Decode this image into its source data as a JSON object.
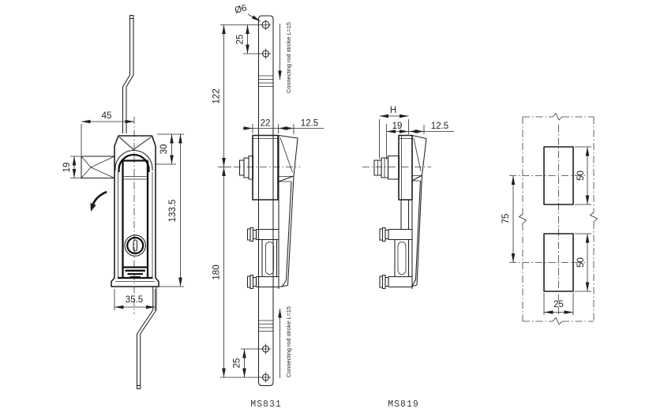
{
  "captions": {
    "ms831": "MS831",
    "ms819": "MS819"
  },
  "front_view": {
    "d45": "45",
    "d19": "19",
    "d30": "30",
    "d133_5": "133.5",
    "d35_5": "35.5"
  },
  "ms831_view": {
    "dia": "Ø6",
    "d25_top": "25",
    "d122": "122",
    "d180": "180",
    "d25_bottom": "25",
    "d22": "22",
    "d12_5": "12.5",
    "stroke_top": "Connecting rod stroke L=15",
    "stroke_bottom": "Connecting rod stroke L=15"
  },
  "ms819_view": {
    "dH": "H",
    "d19": "19",
    "d12_5": "12.5"
  },
  "cutout_view": {
    "d50_top": "50",
    "d50_bottom": "50",
    "d75": "75",
    "d25": "25"
  }
}
